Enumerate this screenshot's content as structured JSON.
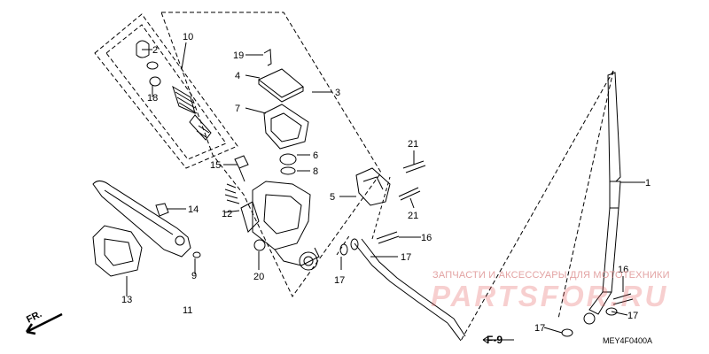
{
  "diagram": {
    "watermark_line": "ЗАПЧАСТИ И АКСЕССУАРЫ ДЛЯ МОТОТЕХНИКИ",
    "watermark_logo": "PARTSFOR.RU",
    "code": "MEY4F0400A",
    "front_marker": "FR.",
    "ref_marker": "F-9",
    "callouts": {
      "1": "1",
      "2": "2",
      "3": "3",
      "4": "4",
      "5": "5",
      "6": "6",
      "7": "7",
      "8": "8",
      "9": "9",
      "10": "10",
      "11": "11",
      "12": "12",
      "13": "13",
      "14": "14",
      "15": "15",
      "16a": "16",
      "16b": "16",
      "17a": "17",
      "17b": "17",
      "17c": "17",
      "17d": "17",
      "18": "18",
      "19": "19",
      "20": "20",
      "21a": "21",
      "21b": "21"
    }
  },
  "colors": {
    "line": "#000000",
    "watermark": "#e05050"
  }
}
